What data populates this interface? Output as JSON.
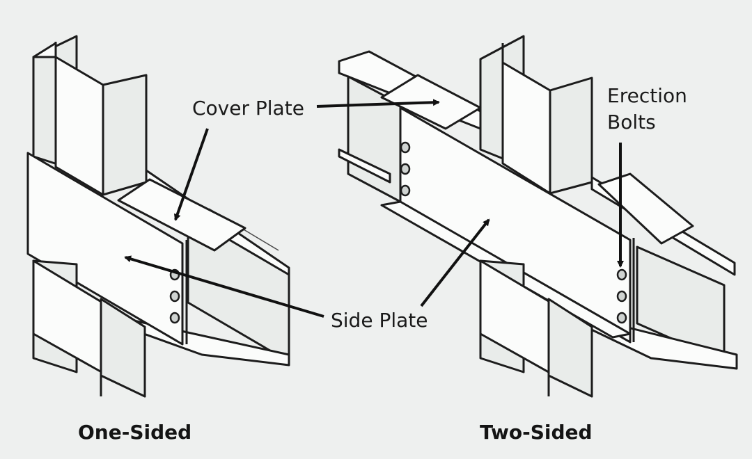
{
  "labels": {
    "cover_plate": "Cover Plate",
    "side_plate": "Side Plate",
    "erection_bolts_line1": "Erection",
    "erection_bolts_line2": "Bolts"
  },
  "captions": {
    "left": "One-Sided",
    "right": "Two-Sided"
  },
  "colors": {
    "background": "#eef0ef",
    "line": "#1c1c1c",
    "plate": "#fbfcfb"
  }
}
